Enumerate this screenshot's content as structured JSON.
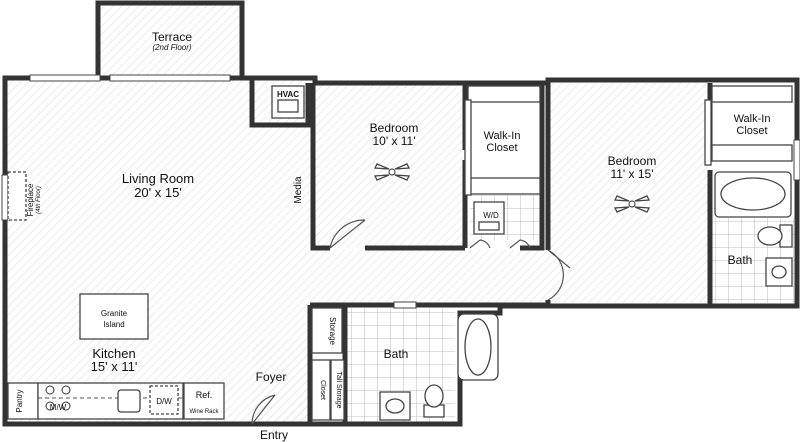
{
  "rooms": {
    "terrace": {
      "name": "Terrace",
      "note": "(2nd Floor)"
    },
    "living": {
      "name": "Living Room",
      "size": "20' x 15'"
    },
    "bedroom1": {
      "name": "Bedroom",
      "size": "10' x 11'"
    },
    "bedroom2": {
      "name": "Bedroom",
      "size": "11' x 15'"
    },
    "closet1": {
      "line1": "Walk-In",
      "line2": "Closet"
    },
    "closet2": {
      "line1": "Walk-In",
      "line2": "Closet"
    },
    "kitchen": {
      "name": "Kitchen",
      "size": "15' x 11'"
    },
    "bath1": {
      "name": "Bath"
    },
    "bath2": {
      "name": "Bath"
    },
    "foyer": {
      "name": "Foyer"
    },
    "entry": {
      "name": "Entry"
    }
  },
  "labels": {
    "hvac": "HVAC",
    "media": "Media",
    "fireplace": "Fireplace",
    "fireplace_note": "(4th Floor)",
    "island1": "Granite",
    "island2": "Island",
    "wd": "W/D",
    "storage": "Storage",
    "closet": "Closet",
    "tall_storage": "Tall Storage",
    "pantry": "Pantry",
    "mw": "M/W",
    "dw": "D/W",
    "ref": "Ref.",
    "wine_rack": "Wine Rack"
  }
}
